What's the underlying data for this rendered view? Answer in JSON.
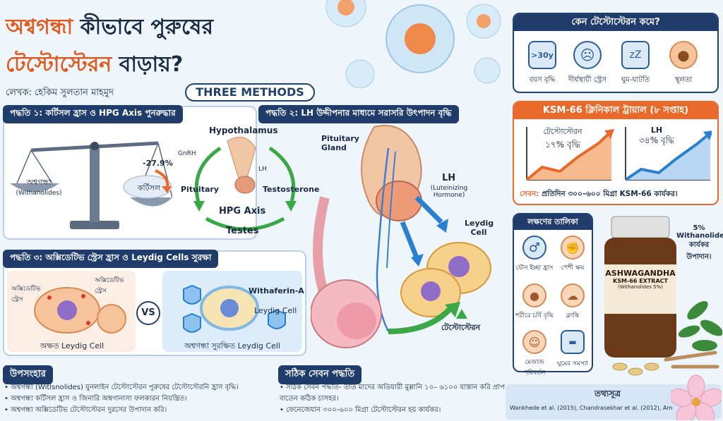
{
  "header": {
    "title_part1": "অশ্বগন্ধা",
    "title_part2": " কীভাবে পুরুষের",
    "title_line2_part1": "টেস্টোস্টেরন",
    "title_line2_part2": " বাড়ায়?",
    "author": "লেখক: হেকিম সুলতান মাহমুদ"
  },
  "three_methods": "THREE METHODS",
  "method1": {
    "title": "পদ্ধতি ১: কর্টিসল হ্রাস ও HPG Axis পুনরুদ্ধার",
    "scale_left": "অশ্বগন্ধা",
    "scale_left_sub": "(Withanolides)",
    "scale_right": "কর্টিসল",
    "percent": "-27.9%",
    "hypothalamus": "Hypothalamus",
    "gnrh": "GnRH",
    "lh": "LH",
    "pituitary": "Pituitary",
    "testosterone": "Testosterone",
    "hpg_axis": "HPG Axis",
    "testes": "Testes"
  },
  "method2": {
    "title": "পদ্ধতি ২: LH উদ্দীপনার মাধ্যমে সরাসরি উৎপাদন বৃদ্ধি",
    "pituitary_gland": "Pituitary Gland",
    "lh": "LH",
    "lh_full": "(Luteinizing Hormone)",
    "leydig": "Leydig Cell",
    "testosterone": "টেস্টোস্টেরন"
  },
  "method3": {
    "title": "পদ্ধতি ৩: অক্সিডেটিভ স্ট্রেস হ্রাস ও Leydig Cells সুরক্ষা",
    "ox_left": "অক্সিডেটিভ স্ট্রেস",
    "ox_right": "অক্সিডেটিভ স্ট্রেস",
    "damaged": "অক্ষত Leydig Cell",
    "vs": "VS",
    "withaferin": "Withaferin-A",
    "leydig": "Leydig Cell",
    "protected": "অশ্বগন্ধা সুরক্ষিত Leydig Cell"
  },
  "conclusion": {
    "title": "উপসংহার",
    "bullets": [
      "অশ্বগন্ধা (Witlsnolides) যুনলাইন টেস্টোস্টেরন পুরুষের টেস্টোস্টেরনি হ্রাস বৃদ্ধি।",
      "অশ্বগন্ধা কর্টিসল হ্রাস ও জিনারি অম্বগানাসা ফলকারন নিয়ন্ত্রিত।",
      "অশ্বগন্ধা অক্সিডেটিভ টেস্টোস্টেরন দুরসের উপাদান করি।"
    ]
  },
  "dosage": {
    "title": "সঠিক সেবন পদ্ধতি",
    "bullets": [
      "সঠিক সেবন পদ্ধতি- তাত মাদের অতিয়ারী মুল্লানি ১০– ৬১০০ যাস্তান করি প্রাপ বাতেন কঠিক চাসহর।",
      "ফেনেজেযান ৩০০-৬০০ মিগ্রা টেস্টোস্টেরন হয় কার্যকর।"
    ]
  },
  "why_low": {
    "title": "কেন টেস্টোস্টেরন কমে?",
    "items": [
      {
        "icon": ">30y",
        "label": "বয়স বৃদ্ধি"
      },
      {
        "icon": "stress-icon",
        "label": "দীর্ঘস্থায়ী স্ট্রেস"
      },
      {
        "icon": "sleep-icon",
        "label": "ঘুম-ঘাটতি"
      },
      {
        "icon": "obesity-icon",
        "label": "স্থূলতা"
      }
    ]
  },
  "trial": {
    "title": "KSM-66 ক্লিনিকাল ট্রায়াল (৮ সপ্তাহ)",
    "testosterone_label": "টেস্টোস্টেরন",
    "testosterone_value": "১৭% বৃদ্ধি",
    "lh_label": "LH",
    "lh_value": "৩৪% বৃদ্ধি",
    "dose_prefix": "সেবন:",
    "dose_text": " প্রতিদিন ৩০০–৬০০ মিগ্রা KSM-66 কার্যকর।"
  },
  "symptoms": {
    "title": "লক্ষণের তালিকা",
    "items": [
      "যৌন ইচ্ছা হ্রাস",
      "পেশী ক্ষয়",
      "শরীরে চর্বি বৃদ্ধি",
      "ক্লান্তি",
      "মেজাজ পরিবর্তন",
      "ঘুমের সমস্যা"
    ]
  },
  "product": {
    "brand": "ASHWAGANDHA",
    "name": "KSM-66 EXTRACT",
    "sub": "(Withanolides 5%)",
    "note_pct": "5%",
    "note_text": "Withanolides: কার্যকর উপাদান।"
  },
  "references": {
    "title": "তথ্যসূত্র",
    "text": "Wankhede et al. (2015), Chandrasekhar et al. (2012), Am..."
  },
  "colors": {
    "navy": "#1f3c6a",
    "orange": "#e8692a",
    "green": "#3aa846",
    "blue": "#2b7fd1"
  }
}
